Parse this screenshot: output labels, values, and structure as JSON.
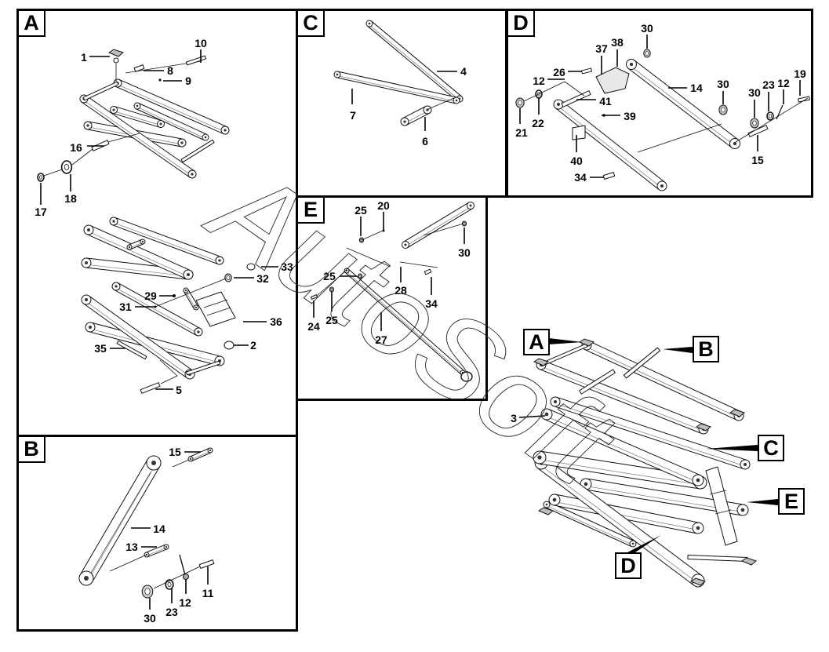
{
  "watermark": {
    "text": "AutoSoft"
  },
  "panels": {
    "A": {
      "label": "A",
      "callouts": [
        "1",
        "10",
        "8",
        "9",
        "16",
        "17",
        "18",
        "33",
        "32",
        "29",
        "31",
        "36",
        "35",
        "2",
        "5"
      ]
    },
    "B": {
      "label": "B",
      "callouts": [
        "15",
        "14",
        "13",
        "11",
        "12",
        "23",
        "30"
      ]
    },
    "C": {
      "label": "C",
      "callouts": [
        "4",
        "7",
        "6"
      ]
    },
    "D": {
      "label": "D",
      "callouts": [
        "30",
        "37",
        "38",
        "26",
        "12",
        "14",
        "30",
        "30",
        "23",
        "12",
        "19",
        "41",
        "39",
        "21",
        "22",
        "15",
        "40",
        "34"
      ]
    },
    "E": {
      "label": "E",
      "callouts": [
        "25",
        "20",
        "30",
        "25",
        "28",
        "34",
        "24",
        "25",
        "27"
      ]
    }
  },
  "overview": {
    "callouts": [
      "3"
    ],
    "section_keys": [
      "A",
      "B",
      "C",
      "E",
      "D"
    ]
  }
}
